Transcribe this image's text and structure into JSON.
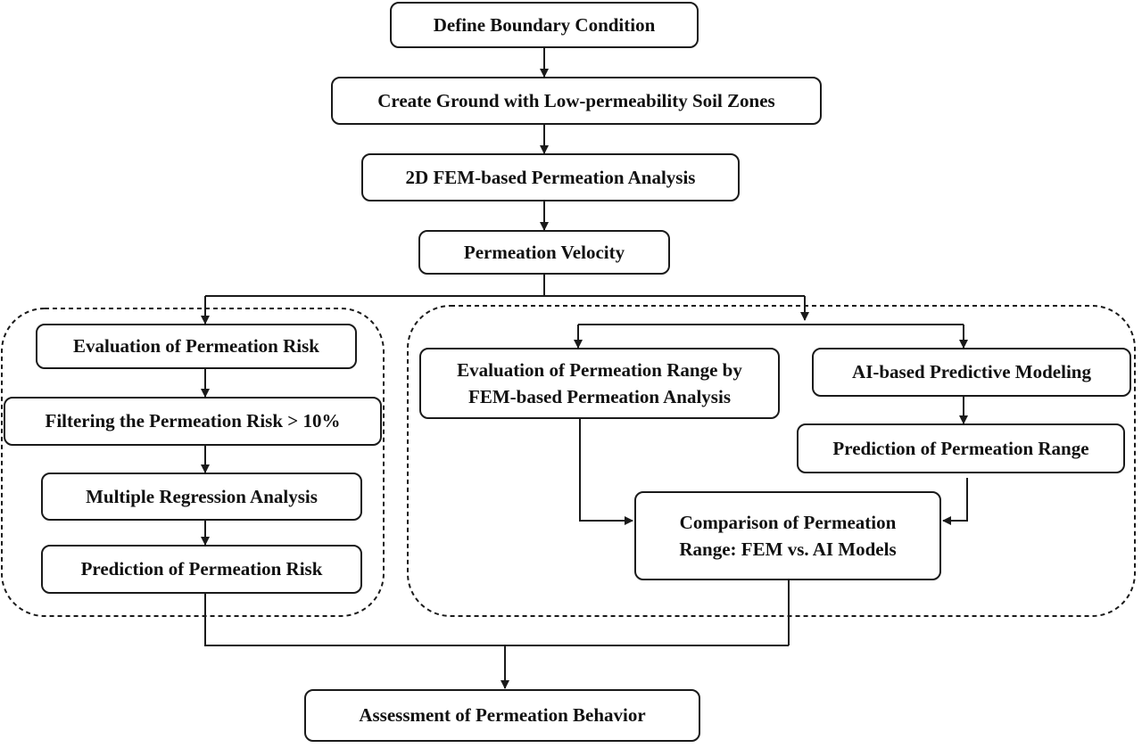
{
  "nodes": {
    "define_boundary": "Define Boundary Condition",
    "create_ground": "Create Ground with Low-permeability Soil Zones",
    "fem_analysis": "2D FEM-based Permeation Analysis",
    "permeation_velocity": "Permeation Velocity",
    "eval_risk": "Evaluation of Permeation Risk",
    "filtering_risk": "Filtering the Permeation Risk  > 10%",
    "multiple_regression": "Multiple Regression Analysis",
    "prediction_risk": "Prediction of Permeation Risk",
    "eval_range_fem": "Evaluation of Permeation Range by\nFEM-based Permeation Analysis",
    "ai_modeling": "AI-based Predictive Modeling",
    "prediction_range": "Prediction of Permeation Range",
    "comparison": "Comparison of Permeation\nRange: FEM vs. AI Models",
    "assessment": "Assessment of Permeation Behavior"
  },
  "colors": {
    "stroke": "#1a1a1a",
    "background": "#ffffff"
  }
}
